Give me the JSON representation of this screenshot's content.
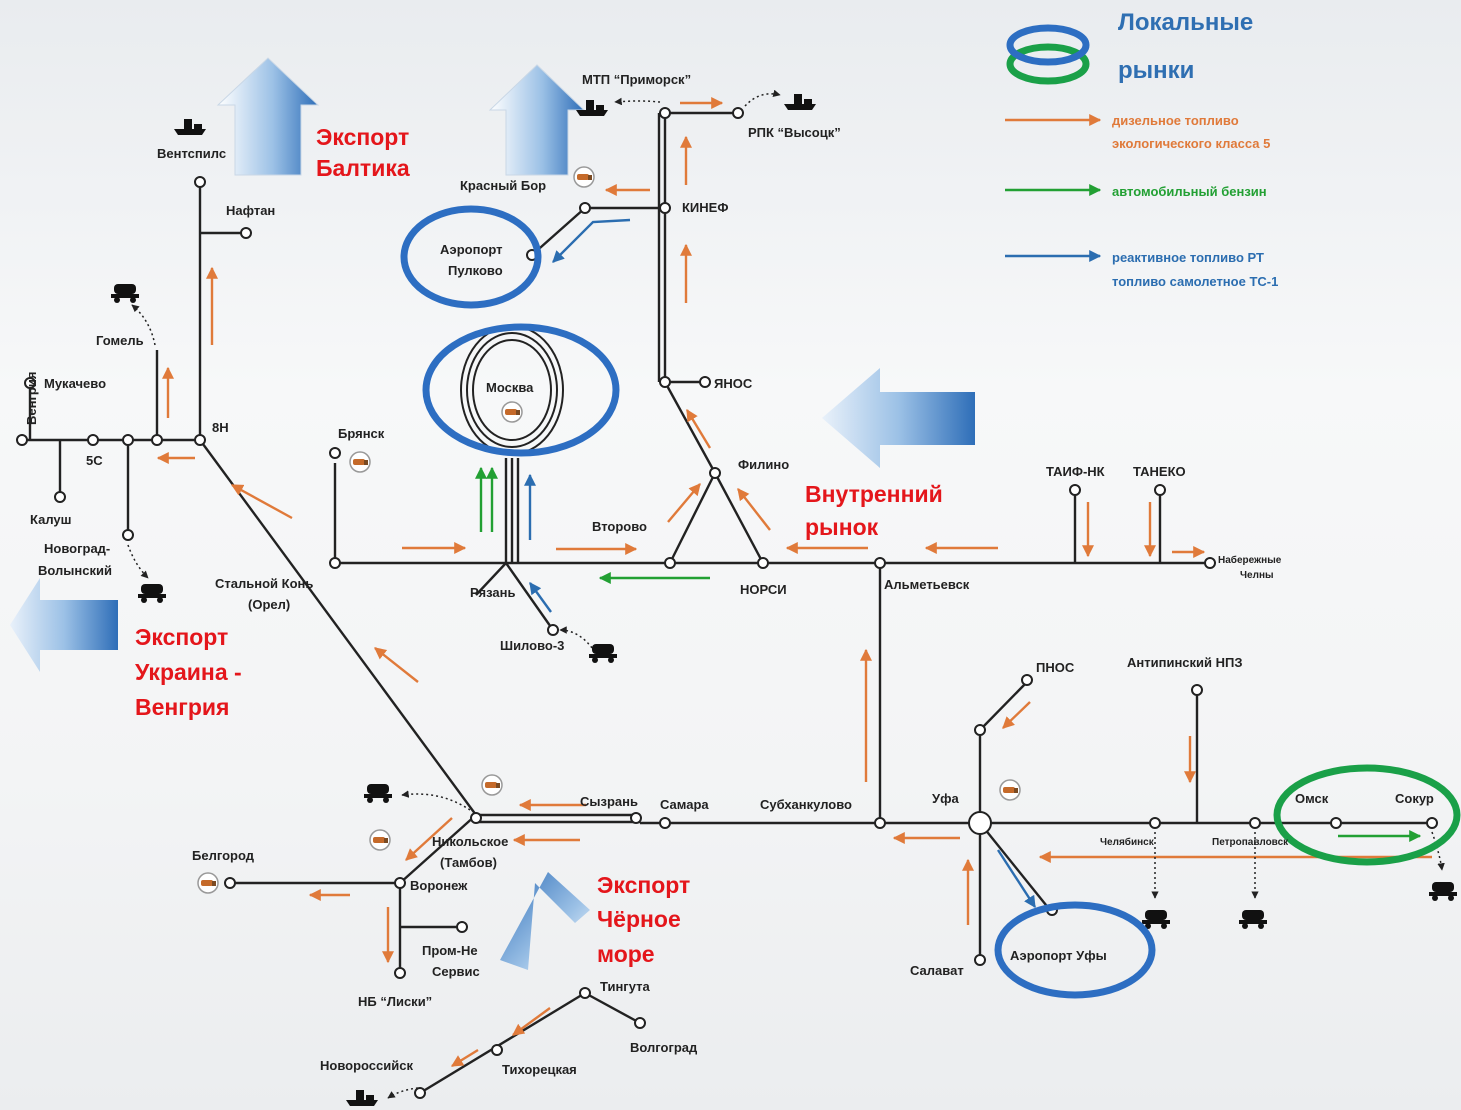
{
  "colors": {
    "diesel": "#e07a3a",
    "gasoline": "#22a033",
    "jet": "#2b6db0",
    "export": "#e4161b",
    "local": "#2d6ec2",
    "local2": "#1aa048"
  },
  "legend": {
    "local_markets_1": "Локальные",
    "local_markets_2": "рынки",
    "diesel_1": "дизельное топливо",
    "diesel_2": "экологического класса 5",
    "gasoline": "автомобильный бензин",
    "jet_1": "реактивное топливо РТ",
    "jet_2": "топливо самолетное ТС-1"
  },
  "export_labels": {
    "baltic_1": "Экспорт",
    "baltic_2": "Балтика",
    "ukraine_1": "Экспорт",
    "ukraine_2": "Украина -",
    "ukraine_3": "Венгрия",
    "blacksea_1": "Экспорт",
    "blacksea_2": "Чёрное",
    "blacksea_3": "море",
    "internal_1": "Внутренний",
    "internal_2": "рынок"
  },
  "nodes": {
    "mtp": "МТП “Приморск”",
    "rpk": "РПК “Высоцк”",
    "krasny_bor": "Красный Бор",
    "kinef": "КИНЕФ",
    "pulkovo_1": "Аэропорт",
    "pulkovo_2": "Пулково",
    "moskva": "Москва",
    "yanos": "ЯНОС",
    "filino": "Филино",
    "vtorovo": "Второво",
    "norsi": "НОРСИ",
    "ryazan": "Рязань",
    "shilovo": "Шилово-3",
    "bryansk": "Брянск",
    "stalnoy_1": "Стальной Конь",
    "stalnoy_2": "(Орел)",
    "ventspils": "Вентспилс",
    "naftan": "Нафтан",
    "gomel": "Гомель",
    "vengriya": "Венгрия",
    "mukachevo": "Мукачево",
    "bs": "5С",
    "n8": "8Н",
    "kalush": "Калуш",
    "novograd_1": "Новоград-",
    "novograd_2": "Волынский",
    "taif": "ТАИФ-НК",
    "taneko": "ТАНЕКО",
    "chelny_1": "Набережные",
    "chelny_2": "Челны",
    "almetyevsk": "Альметьевск",
    "pnos": "ПНОС",
    "antipinsky": "Антипинский НПЗ",
    "ufa": "Уфа",
    "subkhankulovo": "Субханкулово",
    "samara": "Самара",
    "syzran": "Сызрань",
    "nikolskoe_1": "Никольское",
    "nikolskoe_2": "(Тамбов)",
    "voronezh": "Воронеж",
    "belgorod": "Белгород",
    "prom_1": "Пром-Не",
    "prom_2": "Сервис",
    "liski": "НБ “Лиски”",
    "tinguta": "Тингута",
    "volgograd": "Волгоград",
    "tikhoretskaya": "Тихорецкая",
    "novorossiysk": "Новороссийск",
    "chelyabinsk": "Челябинск",
    "petropavlovsk": "Петропавловск",
    "omsk": "Омск",
    "sokur": "Сокур",
    "salavat": "Салават",
    "ufa_airport": "Аэропорт Уфы"
  }
}
